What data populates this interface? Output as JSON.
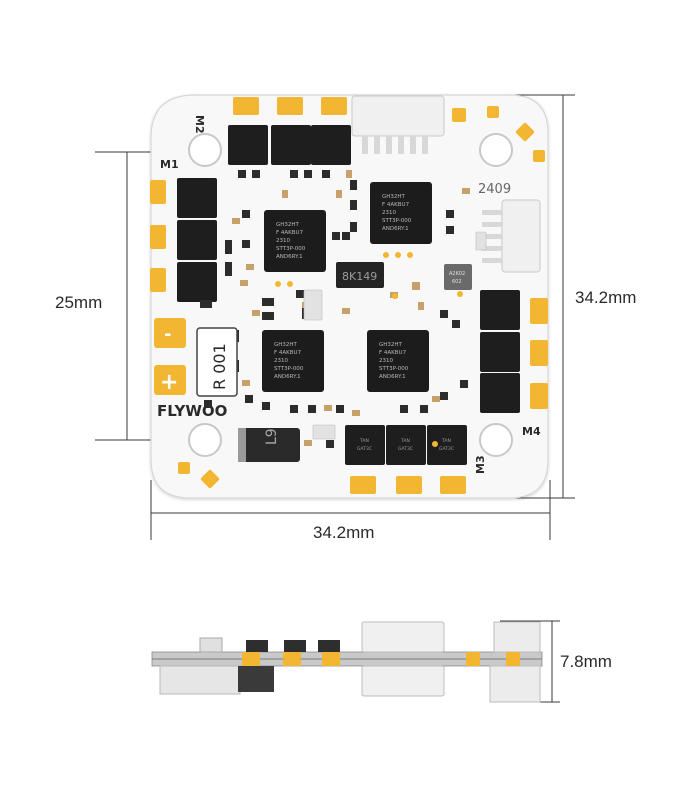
{
  "top_view": {
    "dimensions": {
      "height_label": "34.2mm",
      "width_label": "34.2mm",
      "mount_spacing_label": "25mm"
    },
    "board": {
      "brand": "FLYWOO",
      "version_label": "R 001",
      "date_code": "2409",
      "motor_labels": [
        "M1",
        "M2",
        "M3",
        "M4"
      ],
      "power_labels": [
        "-",
        "+"
      ],
      "ic_markings": [
        "GH32HT",
        "F 4AKBU7",
        "2310",
        "STT3P-000",
        "AND6RY.1"
      ],
      "small_chip_marking": "8K149",
      "sensor_marking": [
        "A2K02",
        "602"
      ],
      "diode_marking": "L9",
      "mosfet_marking": [
        "TAN",
        "GAT3C"
      ]
    }
  },
  "side_view": {
    "thickness_label": "7.8mm"
  },
  "colors": {
    "board": "#f8f8f8",
    "pad": "#f2b632",
    "chip": "#1e1e1e",
    "dimension_line": "#3a3a3a"
  }
}
